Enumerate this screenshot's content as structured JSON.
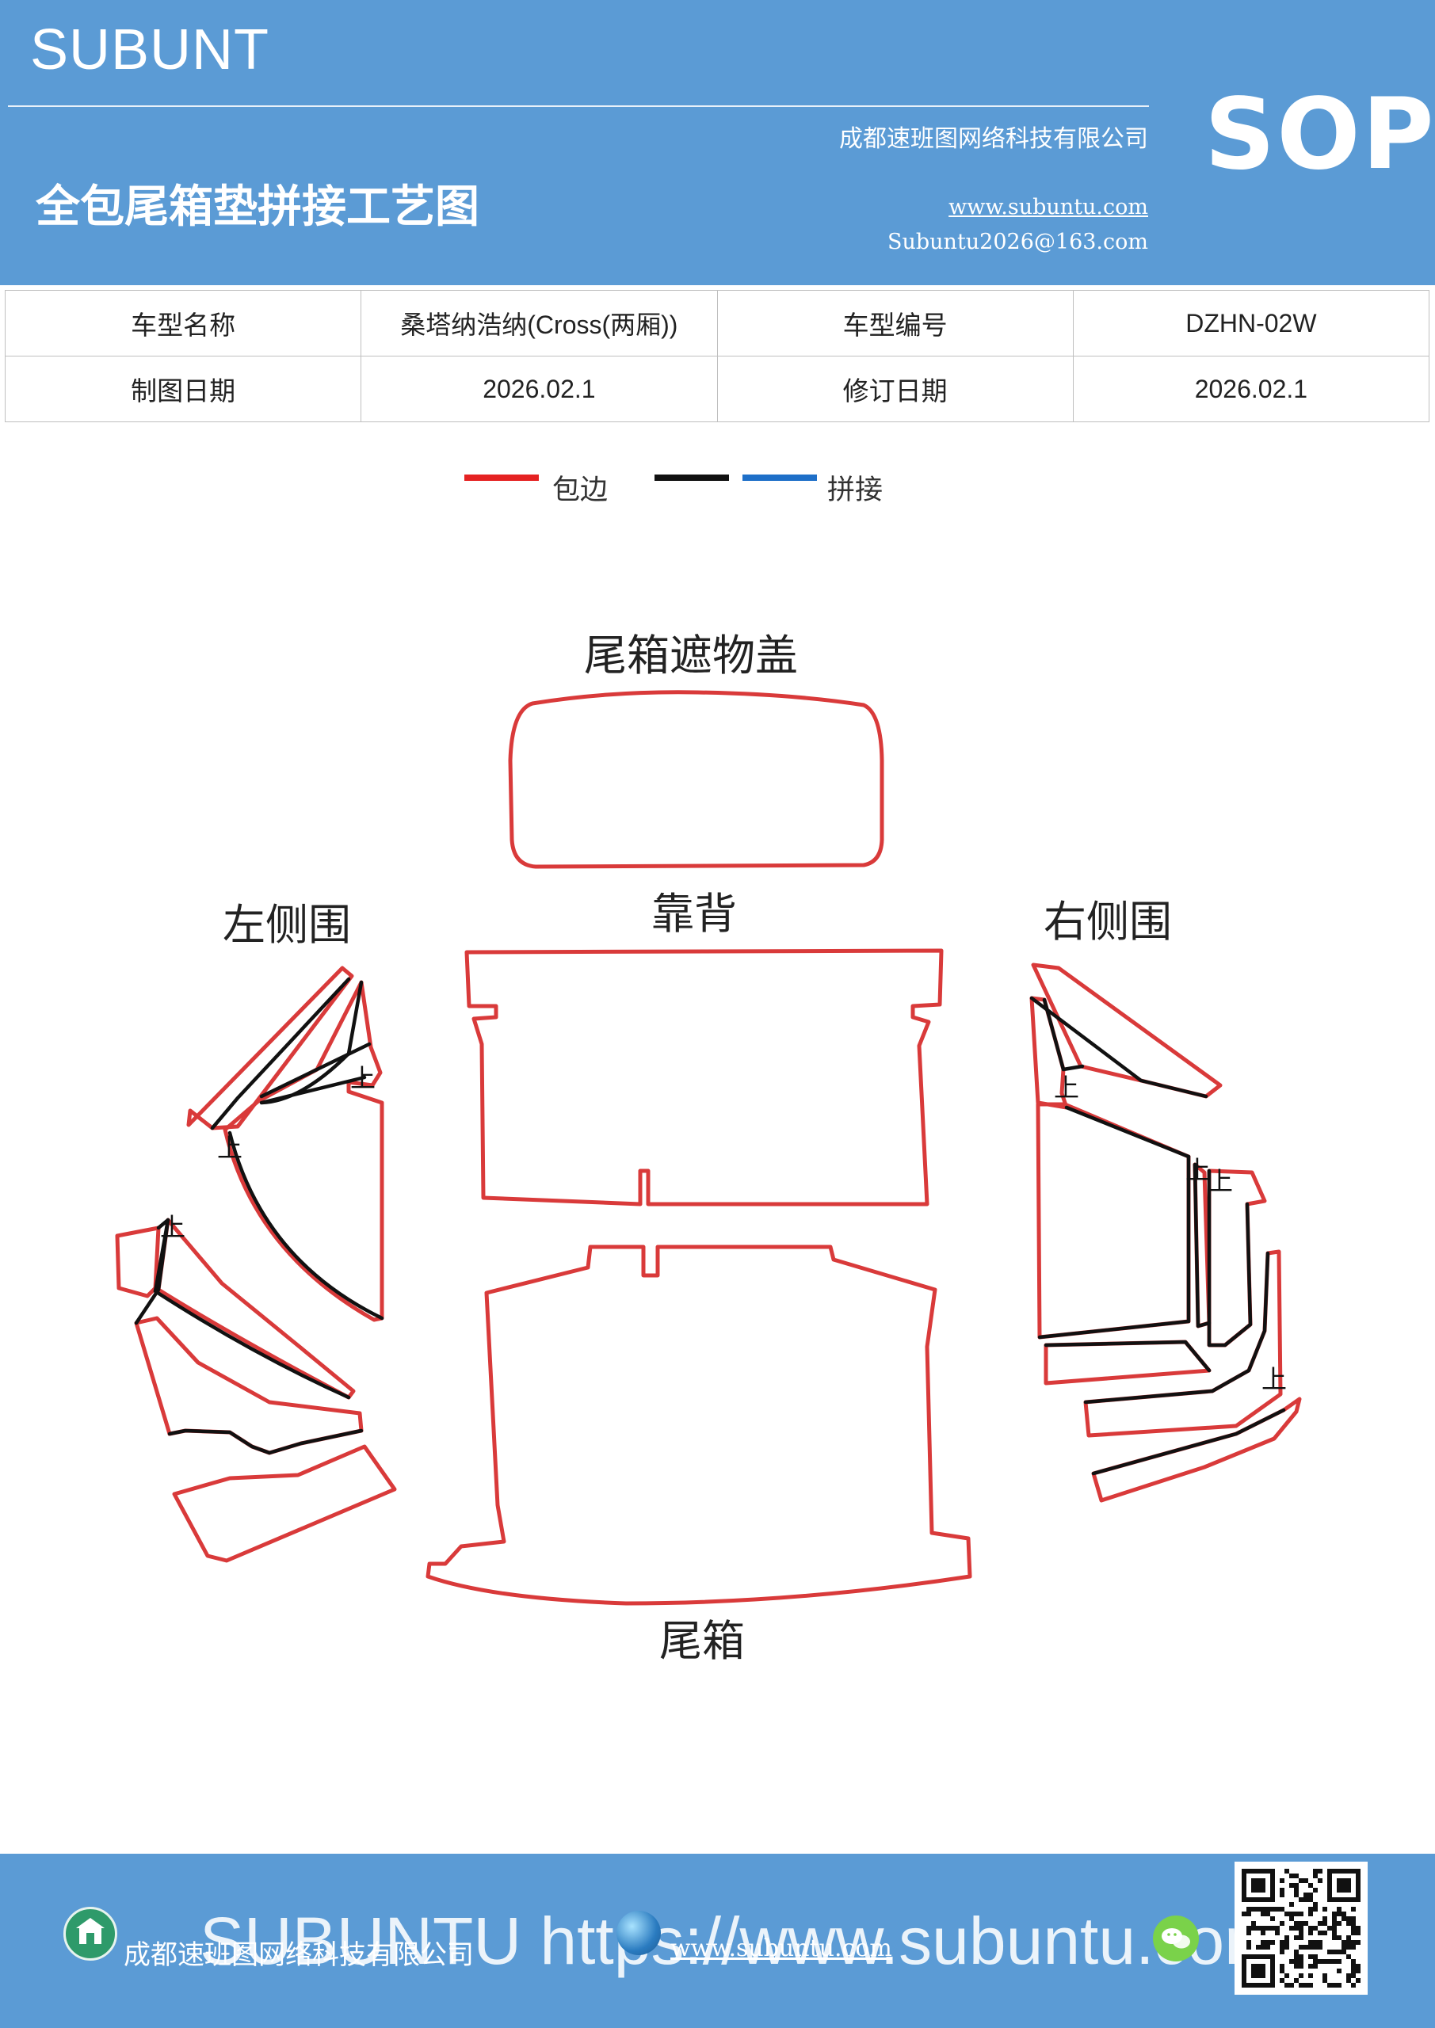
{
  "header": {
    "brand": "SUBUNT",
    "title": "全包尾箱垫拼接工艺图",
    "company": "成都速班图网络科技有限公司",
    "website": "www.subuntu.com",
    "email": "Subuntu2026@163.com",
    "badge": "SOP"
  },
  "info_table": {
    "rows": [
      {
        "label1": "车型名称",
        "value1": "桑塔纳浩纳(Cross(两厢))",
        "label2": "车型编号",
        "value2": "DZHN-02W"
      },
      {
        "label1": "制图日期",
        "value1": "2026.02.1",
        "label2": "修订日期",
        "value2": "2026.02.1"
      }
    ]
  },
  "legend": {
    "items": [
      {
        "color": "#e52222",
        "label": "包边"
      },
      {
        "color": "#111111",
        "label": ""
      },
      {
        "color": "#1e6fc8",
        "label": "拼接"
      }
    ]
  },
  "diagram": {
    "labels": {
      "cover": "尾箱遮物盖",
      "back": "靠背",
      "left": "左侧围",
      "right": "右侧围",
      "trunk": "尾箱"
    },
    "marker": "上",
    "edge_color": "#d93a3a",
    "seam_color": "#111111"
  },
  "footer": {
    "company": "成都速班图网络科技有限公司",
    "watermark": "SUBUNTU https://www.subuntu.com",
    "website": "www.subuntu.com",
    "icons": [
      "home-icon",
      "globe-icon",
      "wechat-icon",
      "qr-code"
    ]
  }
}
